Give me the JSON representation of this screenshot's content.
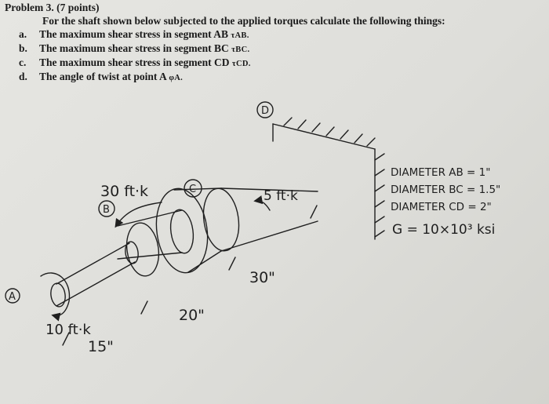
{
  "problem": {
    "title": "Problem 3. (7 points)",
    "intro": "For the shaft shown below subjected to the applied torques calculate the following things:",
    "items": [
      {
        "label": "a.",
        "text": "The maximum shear stress in segment AB ",
        "symbol": "τAB."
      },
      {
        "label": "b.",
        "text": "The maximum shear stress in segment BC ",
        "symbol": "τBC."
      },
      {
        "label": "c.",
        "text": "The maximum shear stress in segment CD ",
        "symbol": "τCD."
      },
      {
        "label": "d.",
        "text": "The angle of twist at point A ",
        "symbol": "φA."
      }
    ]
  },
  "figure": {
    "point_labels": {
      "d": "D",
      "c": "C",
      "b": "B",
      "a": "A"
    },
    "torques": {
      "c": "30 ft·k",
      "b": "5 ft·k",
      "a": "10 ft·k"
    },
    "lengths": {
      "ab": "15\"",
      "bc": "20\"",
      "cd": "30\""
    },
    "properties": {
      "diameter_ab": "DIAMETER AB = 1\"",
      "diameter_bc": "DIAMETER BC = 1.5\"",
      "diameter_cd": "DIAMETER CD = 2\"",
      "modulus": "G = 10×10³ ksi"
    }
  }
}
